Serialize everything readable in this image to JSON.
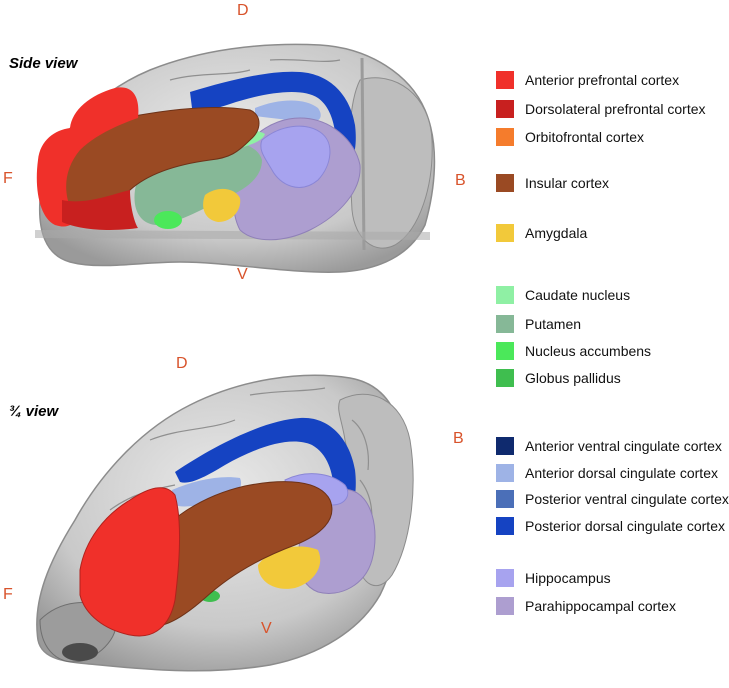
{
  "views": {
    "side": {
      "title": "Side view",
      "labels": {
        "dorsal": "D",
        "frontal": "F",
        "back": "B",
        "ventral": "V"
      }
    },
    "three_quarter": {
      "title": "¾ view",
      "labels": {
        "dorsal": "D",
        "frontal": "F",
        "back": "B",
        "ventral": "V"
      }
    }
  },
  "legend": [
    {
      "label": "Anterior prefrontal cortex",
      "color": "#f0302a"
    },
    {
      "label": "Dorsolateral prefrontal cortex",
      "color": "#c8201f"
    },
    {
      "label": "Orbitofrontal cortex",
      "color": "#f57c2c"
    },
    {
      "label": "Insular cortex",
      "color": "#9a4a23"
    },
    {
      "label": "Amygdala",
      "color": "#f2c93a"
    },
    {
      "label": "Caudate nucleus",
      "color": "#8ff0a4"
    },
    {
      "label": "Putamen",
      "color": "#86b897"
    },
    {
      "label": "Nucleus accumbens",
      "color": "#4be85a"
    },
    {
      "label": "Globus pallidus",
      "color": "#3fbe4f"
    },
    {
      "label": "Anterior ventral cingulate cortex",
      "color": "#0f2a6e"
    },
    {
      "label": "Anterior dorsal cingulate cortex",
      "color": "#9eb3e6"
    },
    {
      "label": "Posterior ventral cingulate cortex",
      "color": "#4b6fb8"
    },
    {
      "label": "Posterior dorsal cingulate cortex",
      "color": "#1543c2"
    },
    {
      "label": "Hippocampus",
      "color": "#a7a3ef"
    },
    {
      "label": "Parahippocampal cortex",
      "color": "#ad9ed0"
    }
  ]
}
